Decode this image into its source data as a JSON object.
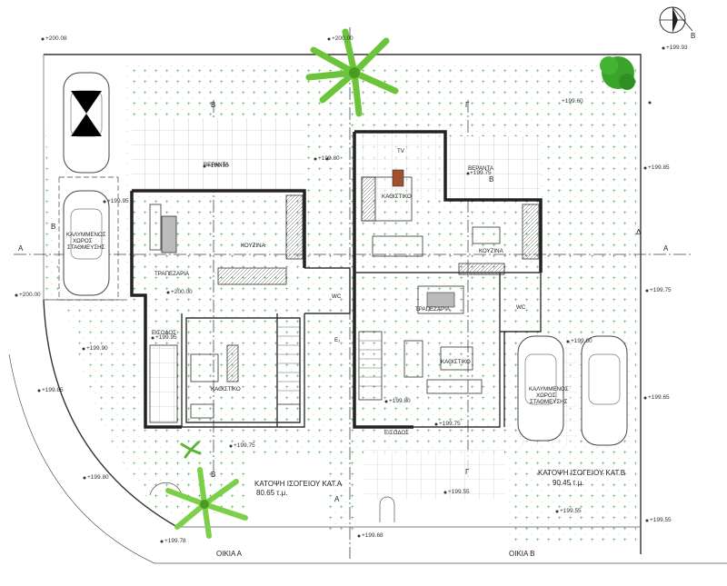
{
  "north_marker": "B",
  "houses": {
    "a": {
      "name": "ΟΙΚΙΑ   Α",
      "plan_title": "ΚΑΤΟΨΗ ΙΣΟΓΕΙΟΥ ΚΑΤ.Α",
      "area": "80.65 τ.μ."
    },
    "b": {
      "name": "ΟΙΚΙΑ   Β",
      "plan_title": "ΚΑΤΟΨΗ ΙΣΟΓΕΙΟΥ ΚΑΤ.Β",
      "area": "90.45 τ.μ."
    }
  },
  "rooms_a": {
    "veranda": "ΒΕΡΑΝΤΑ",
    "kitchen": "ΚΟΥΖΙΝΑ",
    "dining": "ΤΡΑΠΕΖΑΡΙΑ",
    "living": "ΚΑΘΙΣΤΙΚΟ",
    "entrance": "ΕΙΣΟΔΟΣ",
    "wc": "WC",
    "parking_line1": "ΚΑΛΥΜΜΕΝΟΣ",
    "parking_line2": "ΧΩΡΟΣ",
    "parking_line3": "ΣΤΑΘΜΕΥΣΗΣ"
  },
  "rooms_b": {
    "veranda": "ΒΕΡΑΝΤΑ",
    "living_top": "ΚΑΘΙΣΤΙΚΟ",
    "kitchen": "ΚΟΥΖΙΝΑ",
    "dining": "ΤΡΑΠΕΖΑΡΙΑ",
    "living": "ΚΑΘΙΣΤΙΚΟ",
    "entrance": "ΕΙΣΟΔΟΣ",
    "wc": "WC",
    "tv": "TV",
    "parking_line1": "ΚΑΛΥΜΜΕΝΟΣ",
    "parking_line2": "ΧΩΡΟΣ",
    "parking_line3": "ΣΤΑΘΜΕΥΣΗΣ"
  },
  "levels": {
    "l1": "+200.08",
    "l2": "+200.00",
    "l3": "+199.93",
    "l4": "+199.95",
    "l5": "+199.95",
    "l6": "+199.80",
    "l7": "+199.75",
    "l8": "+199.60",
    "l9": "+199.85",
    "l10": "+199.95",
    "l11": "+200.00",
    "l12": "+200.00",
    "l13": "+199.95",
    "l14": "+199.90",
    "l15": "+199.85",
    "l16": "+199.80",
    "l17": "+199.78",
    "l18": "+199.75",
    "l19": "+199.68",
    "l20": "+199.80",
    "l21": "+199.75",
    "l22": "+199.55",
    "l23": "+199.55",
    "l24": "+199.85",
    "l25": "+199.75",
    "l26": "+199.65",
    "l27": "+199.60",
    "l28": "+199.55",
    "l29": "+199.55"
  },
  "section_marks": {
    "a": "A",
    "b": "B",
    "d": "Δ",
    "g": "Γ",
    "e1": "E₁"
  }
}
